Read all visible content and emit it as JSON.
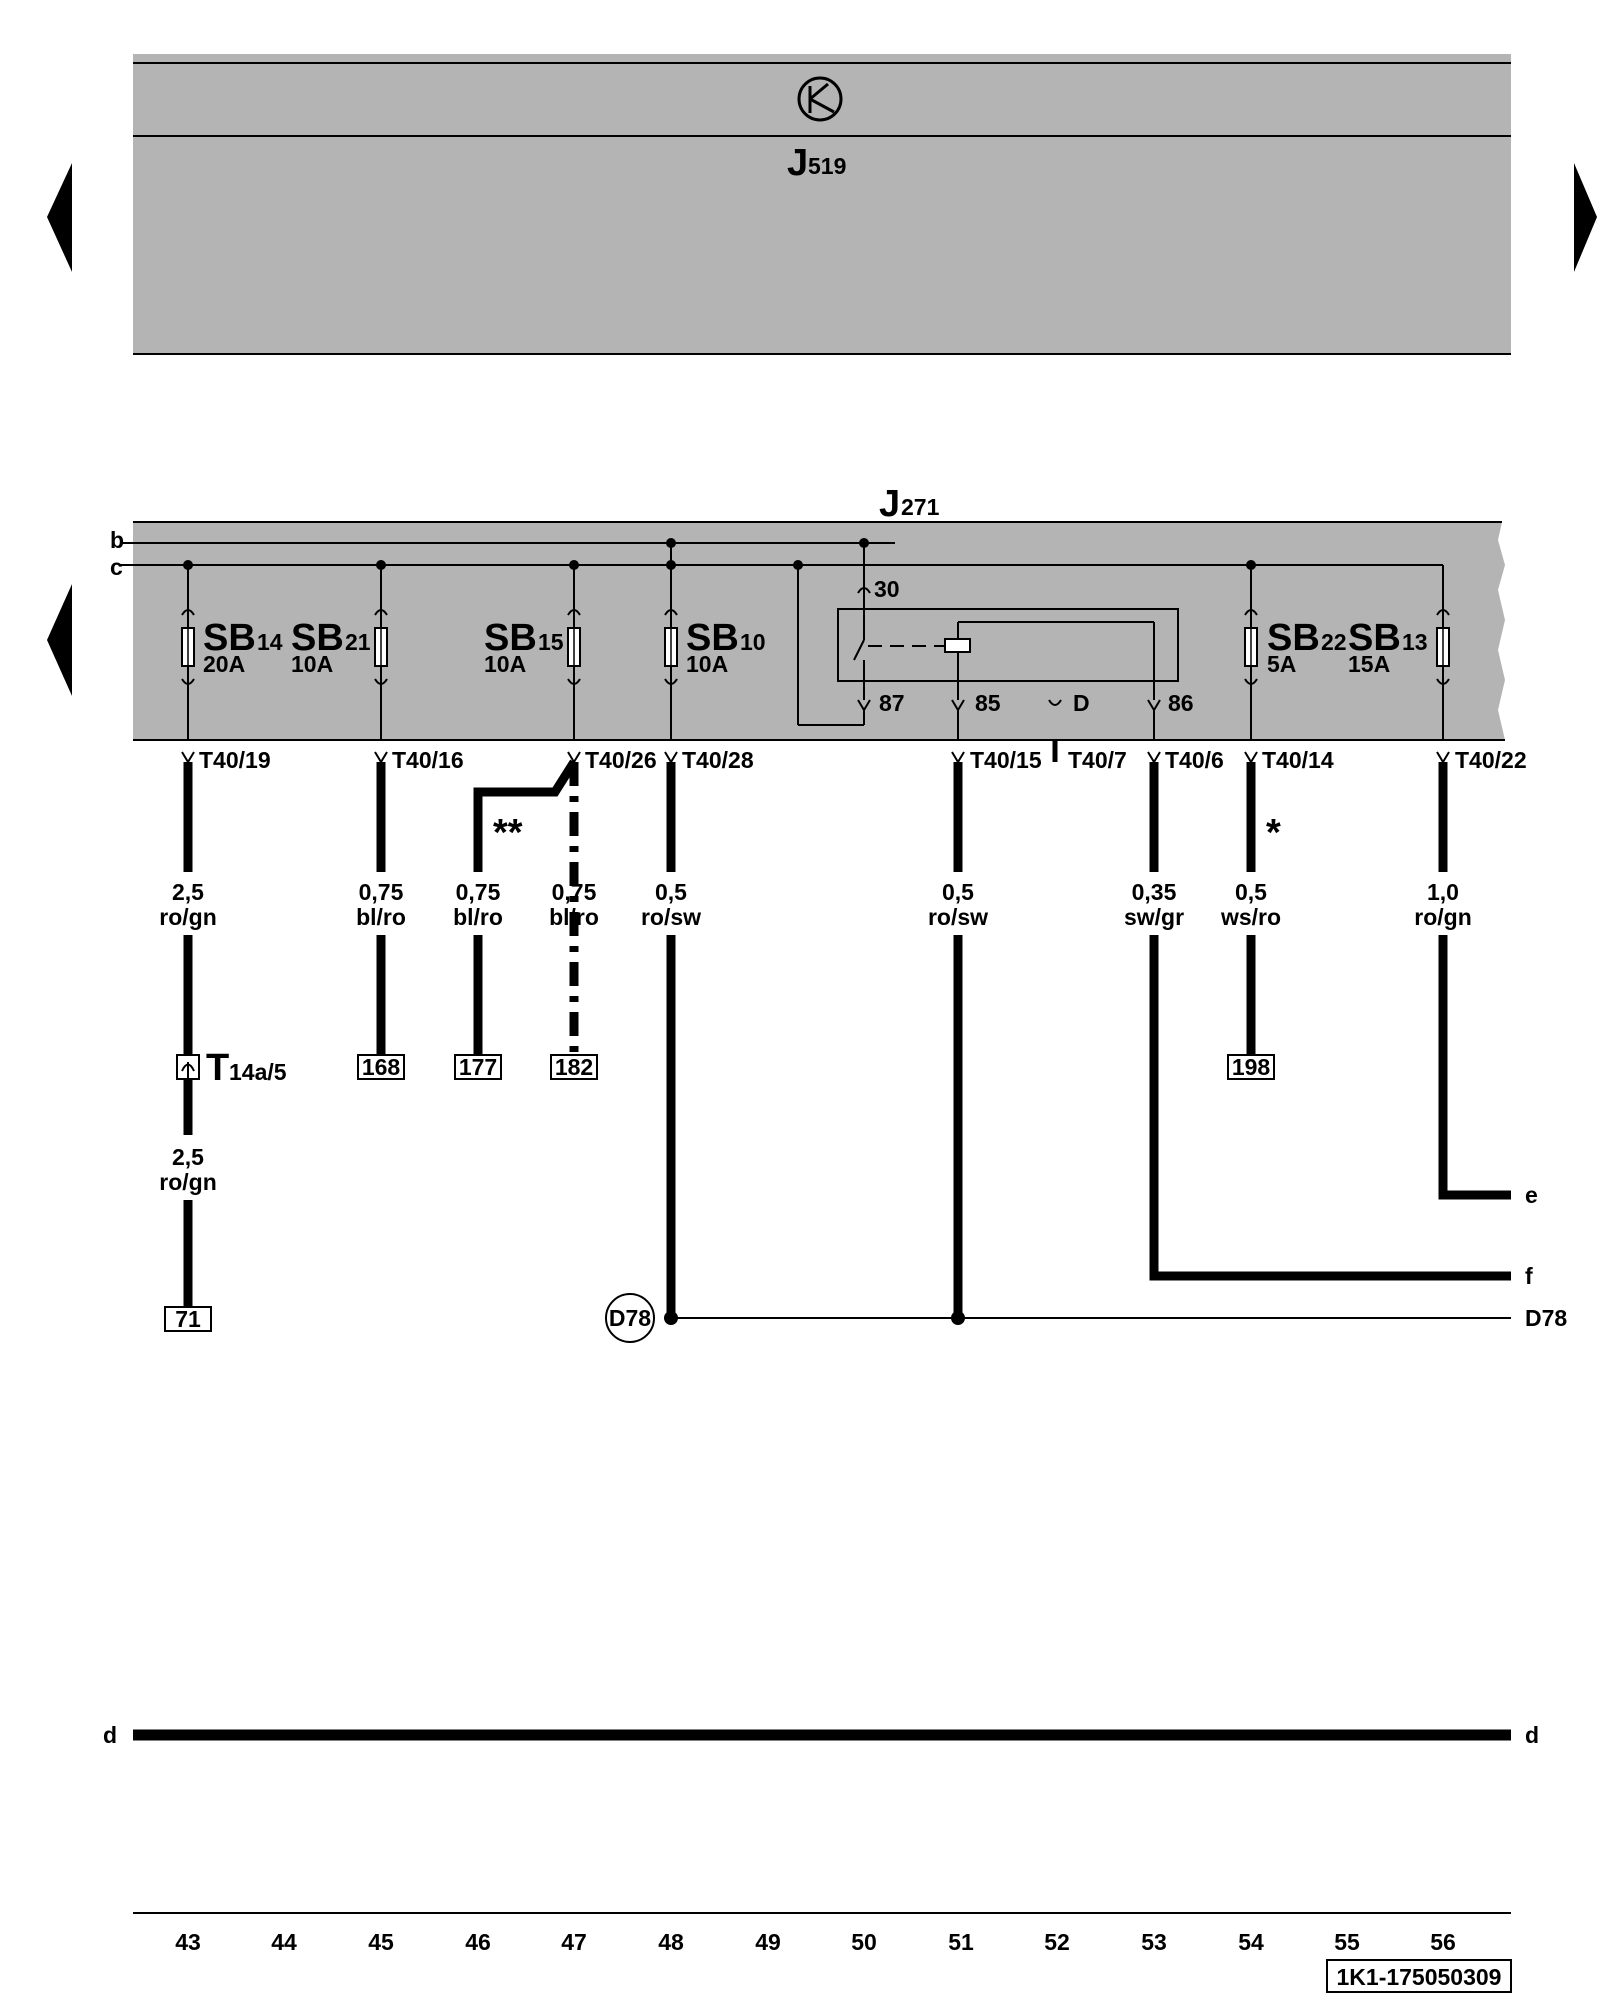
{
  "nav": {
    "prev_top": "previous-page",
    "next_top": "next-page",
    "prev_mid": "previous-page"
  },
  "top_module": {
    "id": "J",
    "sub": "519",
    "icon": "transistor-symbol-icon"
  },
  "relay_module": {
    "id": "J",
    "sub": "271"
  },
  "bus_labels": {
    "b": "b",
    "c": "c",
    "d_left": "d",
    "d_right": "d"
  },
  "fuses": [
    {
      "name": "SB",
      "num": "14",
      "rating": "20A"
    },
    {
      "name": "SB",
      "num": "21",
      "rating": "10A"
    },
    {
      "name": "SB",
      "num": "15",
      "rating": "10A"
    },
    {
      "name": "SB",
      "num": "10",
      "rating": "10A"
    },
    {
      "name": "SB",
      "num": "22",
      "rating": "5A"
    },
    {
      "name": "SB",
      "num": "13",
      "rating": "15A"
    }
  ],
  "relay_pins": {
    "p30": "30",
    "p87": "87",
    "p85": "85",
    "pD": "D",
    "p86": "86"
  },
  "connectors": [
    "T40/19",
    "T40/16",
    "T40/26",
    "T40/28",
    "T40/15",
    "T40/7",
    "T40/6",
    "T40/14",
    "T40/22"
  ],
  "wires": [
    {
      "size": "2,5",
      "color": "ro/gn"
    },
    {
      "size": "0,75",
      "color": "bl/ro"
    },
    {
      "size": "0,75",
      "color": "bl/ro"
    },
    {
      "size": "0,75",
      "color": "bl/ro"
    },
    {
      "size": "0,5",
      "color": "ro/sw"
    },
    {
      "size": "0,5",
      "color": "ro/sw"
    },
    {
      "size": "0,35",
      "color": "sw/gr"
    },
    {
      "size": "0,5",
      "color": "ws/ro"
    },
    {
      "size": "1,0",
      "color": "ro/gn"
    },
    {
      "size": "2,5",
      "color": "ro/gn"
    }
  ],
  "marks": {
    "double_star": "**",
    "star": "*"
  },
  "connector_t14": {
    "name": "T",
    "sub": "14a/5"
  },
  "refs": {
    "r168": "168",
    "r177": "177",
    "r182": "182",
    "r198": "198",
    "r71": "71"
  },
  "ground": {
    "circle": "D78",
    "right": "D78"
  },
  "right_labels": {
    "e": "e",
    "f": "f"
  },
  "columns": [
    "43",
    "44",
    "45",
    "46",
    "47",
    "48",
    "49",
    "50",
    "51",
    "52",
    "53",
    "54",
    "55",
    "56"
  ],
  "doc_id": "1K1-175050309",
  "colors": {
    "module_fill": "#b4b4b4",
    "ink": "#000000",
    "page": "#ffffff"
  }
}
